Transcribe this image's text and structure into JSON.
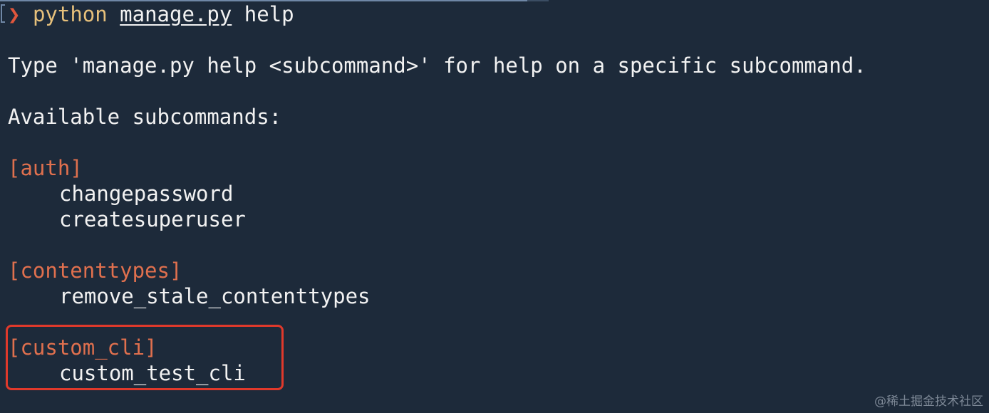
{
  "terminal": {
    "prompt": {
      "arrow": "❯",
      "command": "python",
      "script": "manage.py",
      "args": "help"
    },
    "hint_line": "Type 'manage.py help <subcommand>' for help on a specific subcommand.",
    "available_heading": "Available subcommands:",
    "groups": [
      {
        "label": "[auth]",
        "commands": [
          "changepassword",
          "createsuperuser"
        ]
      },
      {
        "label": "[contenttypes]",
        "commands": [
          "remove_stale_contenttypes"
        ]
      },
      {
        "label": "[custom_cli]",
        "commands": [
          "custom_test_cli"
        ]
      }
    ]
  },
  "watermark": "@稀土掘金技术社区",
  "colors": {
    "background": "#1d2a3a",
    "text": "#f2f2f2",
    "prompt_arrow": "#e0563c",
    "command": "#e6c07b",
    "group_label": "#e0704e",
    "highlight": "#e0392b"
  }
}
